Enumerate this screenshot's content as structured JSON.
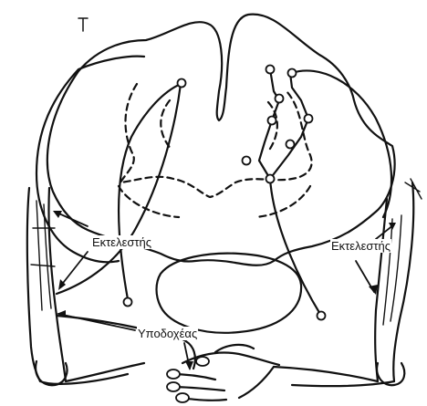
{
  "labels": {
    "effector_left": "Εκτελεστής",
    "effector_right": "Εκτελεστής",
    "receptor": "Υποδοχέας"
  },
  "colors": {
    "ink": "#111111",
    "background": "#ffffff"
  }
}
